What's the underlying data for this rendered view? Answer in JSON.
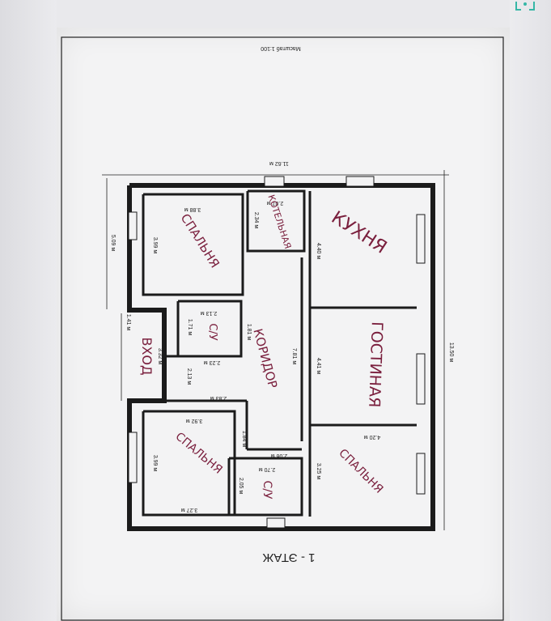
{
  "header": {
    "scale_label": "Масштаб 1:100"
  },
  "title": "1 - ЭТАЖ",
  "overall": {
    "width": "11.62 м",
    "height": "13.50 м",
    "left_top": "5.09 м",
    "left_entry": "1.41 м",
    "left_mid": "3.32 м"
  },
  "rooms": {
    "bedroom1": {
      "label": "СПАЛЬНЯ",
      "w": "3.88 м",
      "h": "3.99 м"
    },
    "boiler": {
      "label": "КОТЕЛЬНАЯ",
      "w": "2.07 м",
      "h": "2.34 м"
    },
    "kitchen": {
      "label": "КУХНЯ",
      "h": "4.40 м"
    },
    "bath1": {
      "label": "С/У",
      "w": "2.13 м",
      "h": "1.71 м"
    },
    "entry": {
      "label": "ВХОД"
    },
    "corridor": {
      "label": "КОРИДОР",
      "h1": "1.81 м",
      "h2": "7.81 м",
      "w1": "2.23 м",
      "w2": "2.13 м",
      "w3": "2.83 м"
    },
    "living": {
      "label": "ГОСТИНАЯ",
      "h": "4.41 м"
    },
    "bedroom2": {
      "label": "СПАЛЬНЯ",
      "w": "3.92 м",
      "h": "3.99 м",
      "w_bottom": "3.27 м",
      "h_small": "1.84 м"
    },
    "bath2": {
      "label": "С/У",
      "w": "2.70 м",
      "h": "2.05 м",
      "w_top": "2.06 м"
    },
    "bedroom3": {
      "label": "СПАЛЬНЯ",
      "w": "4.20 м",
      "h": "3.25 м"
    }
  },
  "colors": {
    "ink": "#7a1f3d",
    "line": "#1b1b1b",
    "paper": "#f3f3f4"
  }
}
